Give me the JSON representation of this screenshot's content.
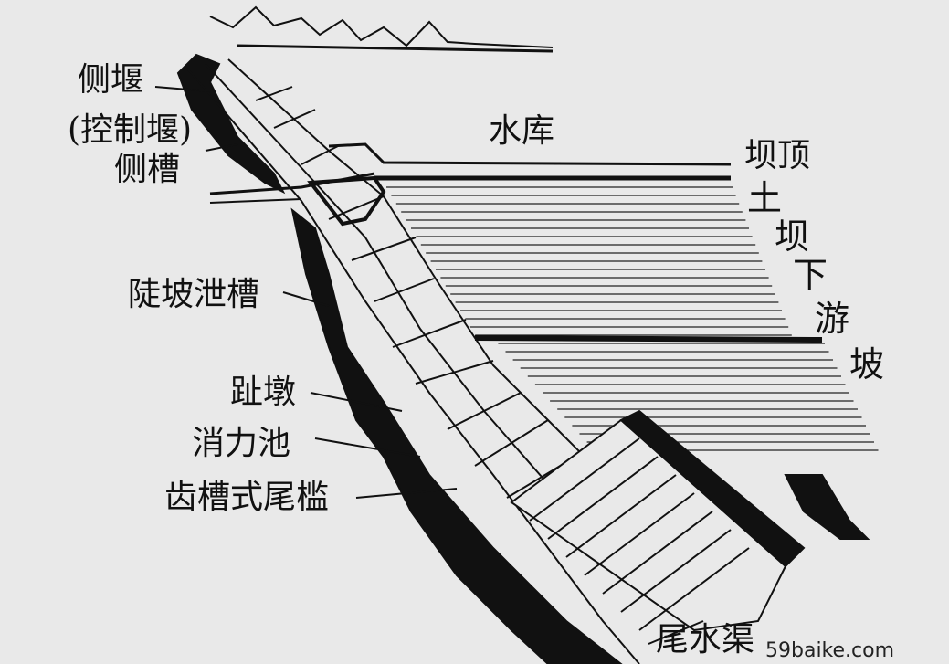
{
  "labels": {
    "side_weir": "侧堰",
    "control_weir": "(控制堰)",
    "side_channel": "侧槽",
    "reservoir": "水库",
    "dam_crest": "坝顶",
    "downstream_slope": [
      "土",
      "坝",
      "下",
      "游",
      "坡"
    ],
    "steep_chute": "陡坡泄槽",
    "toe_pier": "趾墩",
    "stilling_basin": "消力池",
    "dentated_end_sill": "齿槽式尾槛",
    "tailrace": "尾水渠"
  },
  "watermark": "59baike.com"
}
